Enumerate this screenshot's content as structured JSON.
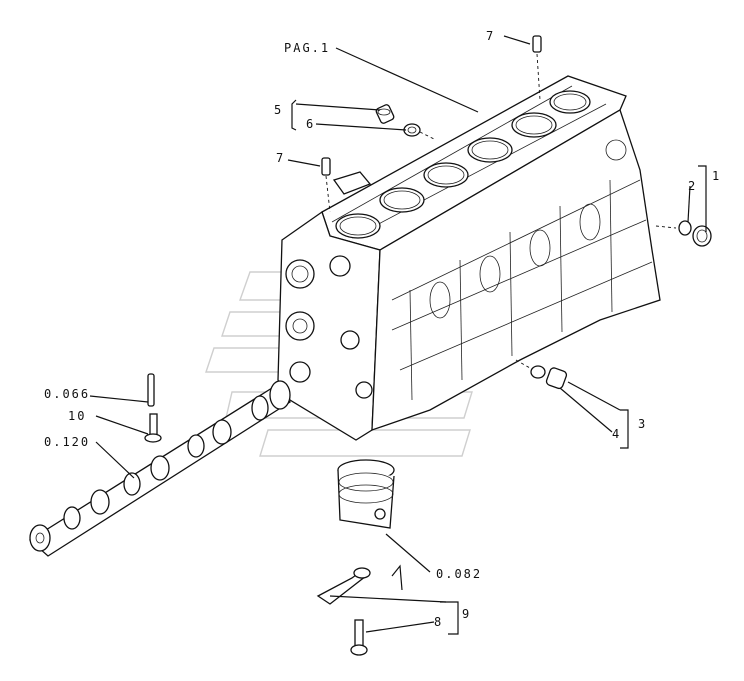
{
  "labels": {
    "pag1": "PAG.1",
    "n7a": "7",
    "n5": "5",
    "n6": "6",
    "n7b": "7",
    "n2": "2",
    "n1": "1",
    "n0066": "0.066",
    "n10": "10",
    "n0120": "0.120",
    "n4": "4",
    "n3": "3",
    "n0082": "0.082",
    "n8": "8",
    "n9": "9"
  }
}
